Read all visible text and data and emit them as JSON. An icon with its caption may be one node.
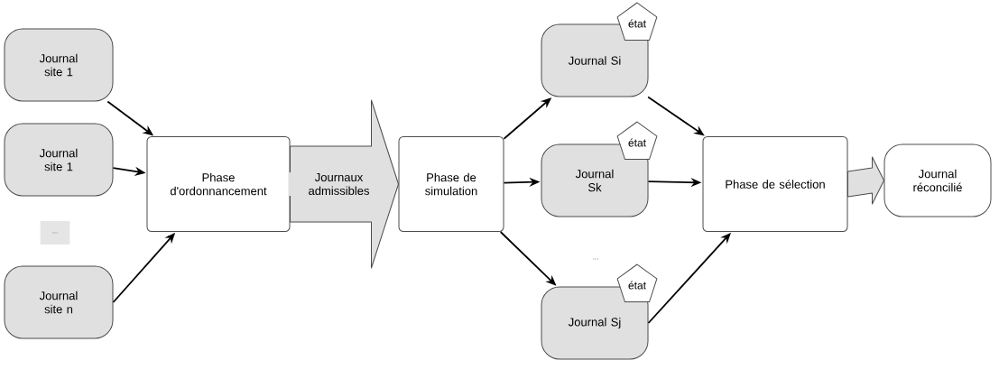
{
  "diagram": {
    "nodes": [
      {
        "text": [
          "Journal site 1"
        ]
      },
      {
        "text": [
          "Journal site 1"
        ]
      },
      {
        "text": [
          "..."
        ]
      },
      {
        "text": [
          "Journal site n"
        ]
      },
      {
        "text": [
          "Phase d'ordonnancement"
        ]
      },
      {
        "text": [
          "Phase de simulation"
        ]
      },
      {
        "text": [
          "Journal Si"
        ]
      },
      {
        "text": [
          "état"
        ]
      },
      {
        "text": [
          "Journal Sk"
        ]
      },
      {
        "text": [
          "état"
        ]
      },
      {
        "text": [
          "Journal Sj"
        ]
      },
      {
        "text": [
          "état"
        ]
      },
      {
        "text": [
          "Phase de sélection"
        ]
      },
      {
        "text": [
          "Journal réconcilié"
        ]
      }
    ],
    "edges": [
      {
        "from": 0,
        "to": 4,
        "arrow": "to"
      },
      {
        "from": 1,
        "to": 4,
        "arrow": "to"
      },
      {
        "from": 3,
        "to": 4,
        "arrow": "to"
      },
      {
        "from": 4,
        "to": 5,
        "arrow": "to",
        "label": "Journaux admissibles",
        "style": "thick"
      },
      {
        "from": 5,
        "to": 6,
        "arrow": "to"
      },
      {
        "from": 5,
        "to": 8,
        "arrow": "to"
      },
      {
        "from": 5,
        "to": 10,
        "arrow": "to"
      },
      {
        "from": 6,
        "to": 12,
        "arrow": "to"
      },
      {
        "from": 8,
        "to": 12,
        "arrow": "to"
      },
      {
        "from": 10,
        "to": 12,
        "arrow": "to"
      },
      {
        "from": 12,
        "to": 13,
        "arrow": "to",
        "style": "thick"
      }
    ],
    "labels": [
      "..."
    ]
  }
}
